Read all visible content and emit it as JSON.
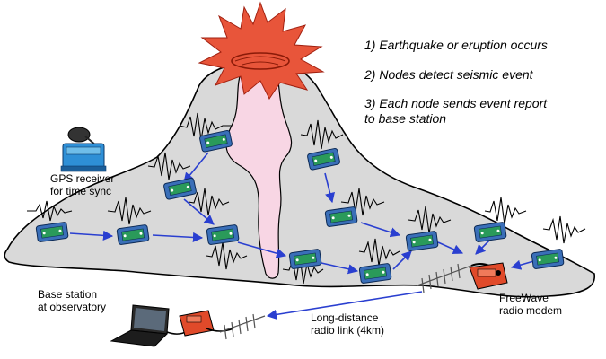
{
  "steps": [
    "1) Earthquake or eruption occurs",
    "2) Nodes detect seismic event",
    "3) Each node sends event report",
    "to base station"
  ],
  "labels": {
    "gps": [
      "GPS receiver",
      "for time sync"
    ],
    "base_station": [
      "Base station",
      "at observatory"
    ],
    "radio_link": [
      "Long-distance",
      "radio link (4km)"
    ],
    "modem": [
      "FreeWave",
      "radio modem"
    ]
  },
  "colors": {
    "mountain": "#d9d9d9",
    "eruption": "#e8553a",
    "conduit": "#f8d6e4",
    "arrow": "#2a3fd0",
    "node": "#3a6fb8",
    "modem": "#e04a2a",
    "gps_box": "#2e8fd6"
  }
}
